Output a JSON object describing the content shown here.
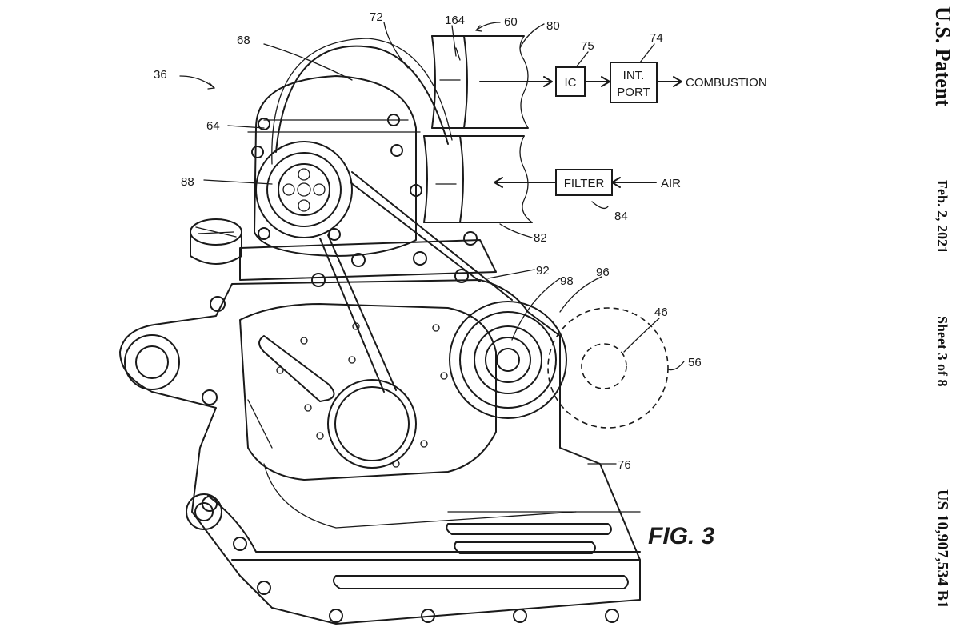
{
  "figure": {
    "title": "FIG. 3",
    "references": {
      "r36": "36",
      "r60": "60",
      "r64": "64",
      "r68": "68",
      "r72": "72",
      "r74": "74",
      "r75": "75",
      "r76": "76",
      "r80": "80",
      "r82": "82",
      "r84": "84",
      "r88": "88",
      "r92": "92",
      "r96": "96",
      "r98": "98",
      "r46": "46",
      "r56": "56",
      "r164": "164"
    },
    "blocks": {
      "ic": "IC",
      "int_port_line1": "INT.",
      "int_port_line2": "PORT",
      "filter": "FILTER",
      "combustion": "COMBUSTION",
      "air": "AIR"
    }
  },
  "header": {
    "publisher": "U.S. Patent",
    "date": "Feb. 2, 2021",
    "sheet": "Sheet 3 of 8",
    "patent_number": "US 10,907,534 B1"
  }
}
